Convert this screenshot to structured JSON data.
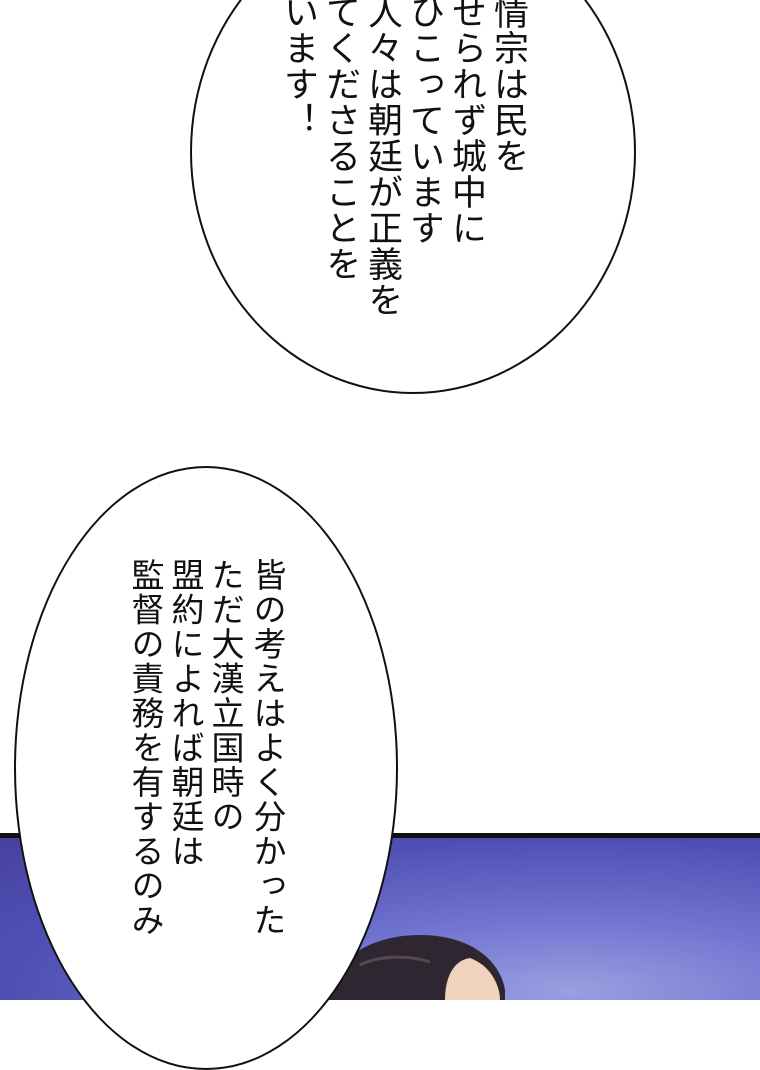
{
  "top_bubble": {
    "lines": [
      "情宗は民を",
      "せられず城中に",
      "ひこっています",
      "人々は朝廷が正義を",
      "てくださることを",
      "います！"
    ]
  },
  "bottom_bubble": {
    "lines": [
      "皆の考えはよく分かった",
      "ただ大漢立国時の",
      "盟約によれば朝廷は",
      "監督の責務を有するのみ"
    ]
  },
  "colors": {
    "sky": "#5a58bd",
    "hair": "#2e2630",
    "border": "#111111"
  }
}
